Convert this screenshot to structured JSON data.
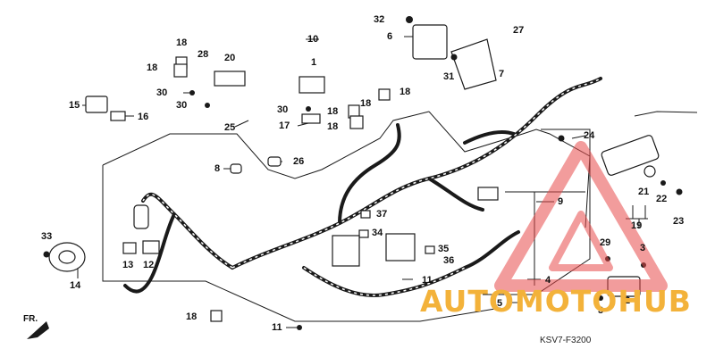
{
  "diagram": {
    "part_code": "KSV7-F3200",
    "front_label": "FR.",
    "watermark": "AUTOMOTOHUB",
    "colors": {
      "ink": "#1a1a1a",
      "watermark_red": "#e84c4c",
      "watermark_orange": "#f3b23a"
    },
    "callouts": [
      {
        "id": "c1",
        "label": "1"
      },
      {
        "id": "c2",
        "label": "2"
      },
      {
        "id": "c3",
        "label": "3"
      },
      {
        "id": "c3b",
        "label": "3"
      },
      {
        "id": "c4",
        "label": "4"
      },
      {
        "id": "c5",
        "label": "5"
      },
      {
        "id": "c6",
        "label": "6"
      },
      {
        "id": "c7",
        "label": "7"
      },
      {
        "id": "c8",
        "label": "8"
      },
      {
        "id": "c9",
        "label": "9"
      },
      {
        "id": "c10",
        "label": "10"
      },
      {
        "id": "c11",
        "label": "11"
      },
      {
        "id": "c11b",
        "label": "11"
      },
      {
        "id": "c12",
        "label": "12"
      },
      {
        "id": "c13",
        "label": "13"
      },
      {
        "id": "c14",
        "label": "14"
      },
      {
        "id": "c15",
        "label": "15"
      },
      {
        "id": "c16",
        "label": "16"
      },
      {
        "id": "c17",
        "label": "17"
      },
      {
        "id": "c18a",
        "label": "18"
      },
      {
        "id": "c18b",
        "label": "18"
      },
      {
        "id": "c18c",
        "label": "18"
      },
      {
        "id": "c18d",
        "label": "18"
      },
      {
        "id": "c18e",
        "label": "18"
      },
      {
        "id": "c18f",
        "label": "18"
      },
      {
        "id": "c18g",
        "label": "18"
      },
      {
        "id": "c19",
        "label": "19"
      },
      {
        "id": "c20",
        "label": "20"
      },
      {
        "id": "c21",
        "label": "21"
      },
      {
        "id": "c22",
        "label": "22"
      },
      {
        "id": "c23",
        "label": "23"
      },
      {
        "id": "c24",
        "label": "24"
      },
      {
        "id": "c25",
        "label": "25"
      },
      {
        "id": "c26",
        "label": "26"
      },
      {
        "id": "c27",
        "label": "27"
      },
      {
        "id": "c28",
        "label": "28"
      },
      {
        "id": "c29",
        "label": "29"
      },
      {
        "id": "c30a",
        "label": "30"
      },
      {
        "id": "c30b",
        "label": "30"
      },
      {
        "id": "c30c",
        "label": "30"
      },
      {
        "id": "c31",
        "label": "31"
      },
      {
        "id": "c32",
        "label": "32"
      },
      {
        "id": "c33",
        "label": "33"
      },
      {
        "id": "c34",
        "label": "34"
      },
      {
        "id": "c35",
        "label": "35"
      },
      {
        "id": "c36",
        "label": "36"
      },
      {
        "id": "c37",
        "label": "37"
      }
    ]
  }
}
